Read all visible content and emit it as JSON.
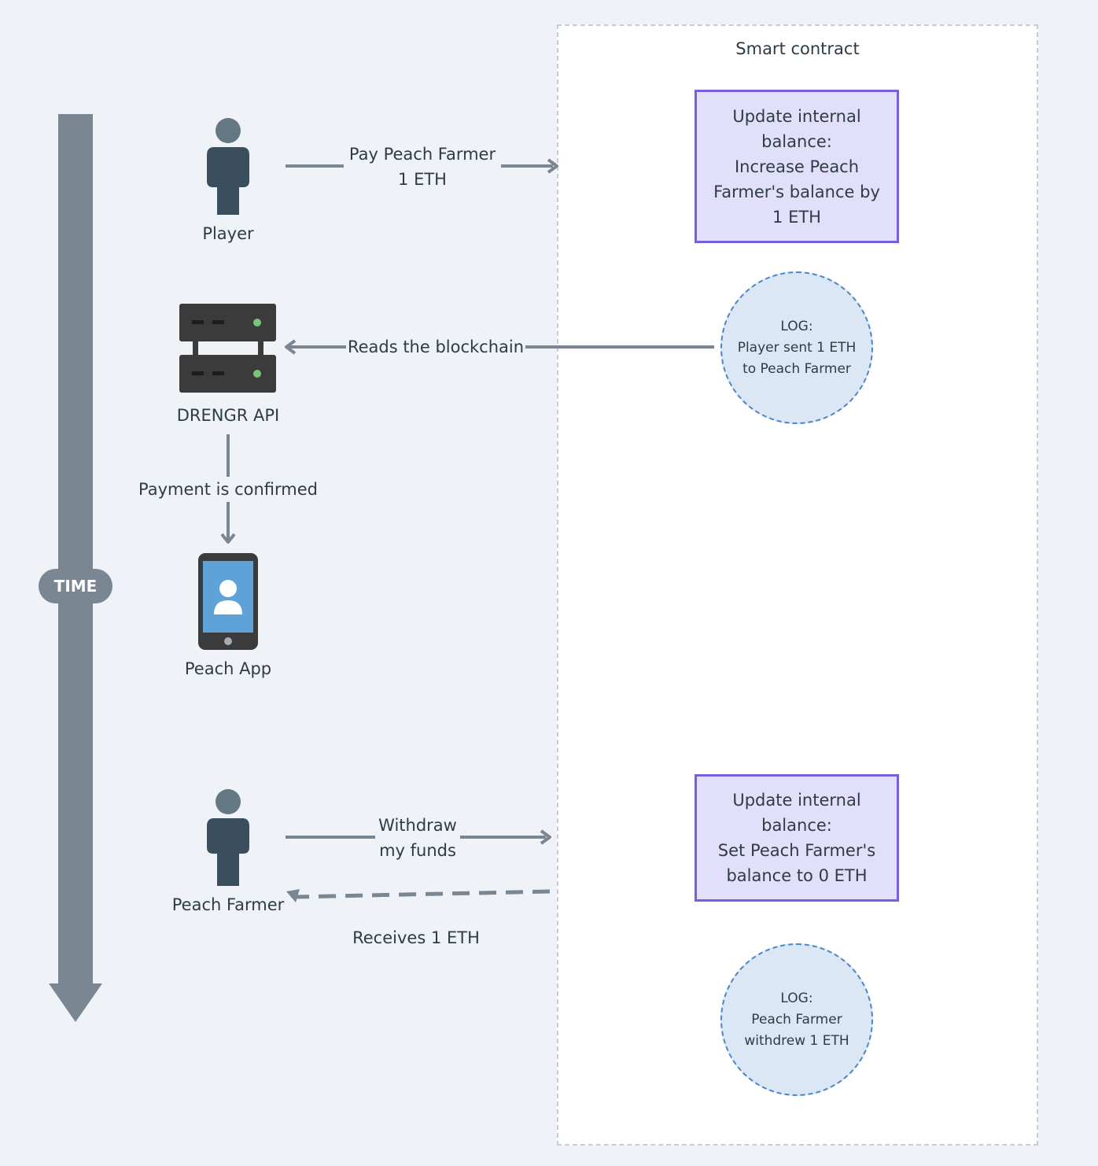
{
  "contract": {
    "title": "Smart contract",
    "update_box_1": {
      "lines": [
        "Update internal",
        "balance:",
        "Increase Peach",
        "Farmer's balance by",
        "1 ETH"
      ]
    },
    "log_1": {
      "lines": [
        "LOG:",
        "Player sent 1 ETH",
        "to Peach Farmer"
      ]
    },
    "update_box_2": {
      "lines": [
        "Update internal",
        "balance:",
        "Set Peach Farmer's",
        "balance to 0 ETH"
      ]
    },
    "log_2": {
      "lines": [
        "LOG:",
        "Peach Farmer",
        "withdrew 1 ETH"
      ]
    }
  },
  "time_axis": {
    "label": "TIME"
  },
  "actors": {
    "player": {
      "label": "Player",
      "icon": "person-icon"
    },
    "api": {
      "label": "DRENGR API",
      "icon": "server-icon"
    },
    "app": {
      "label": "Peach App",
      "icon": "phone-icon"
    },
    "farmer": {
      "label": "Peach Farmer",
      "icon": "person-icon"
    }
  },
  "arrows": {
    "pay": {
      "lines": [
        "Pay Peach Farmer",
        "1 ETH"
      ]
    },
    "reads": {
      "label": "Reads the blockchain"
    },
    "confirmed": {
      "label": "Payment is confirmed"
    },
    "withdraw": {
      "lines": [
        "Withdraw",
        "my funds"
      ]
    },
    "receives": {
      "label": "Receives 1 ETH"
    }
  },
  "colors": {
    "background": "#eff3f7",
    "arrow": "#7a8793",
    "box_fill": "#e2dffa",
    "box_border": "#7a5ee0",
    "log_fill": "#dbe7f5",
    "log_border": "#4a86c8",
    "person": "#3a4e5e",
    "person_head": "#647884",
    "phone_screen": "#5ea2da",
    "server": "#3b3b3b",
    "server_led": "#7cc576"
  }
}
